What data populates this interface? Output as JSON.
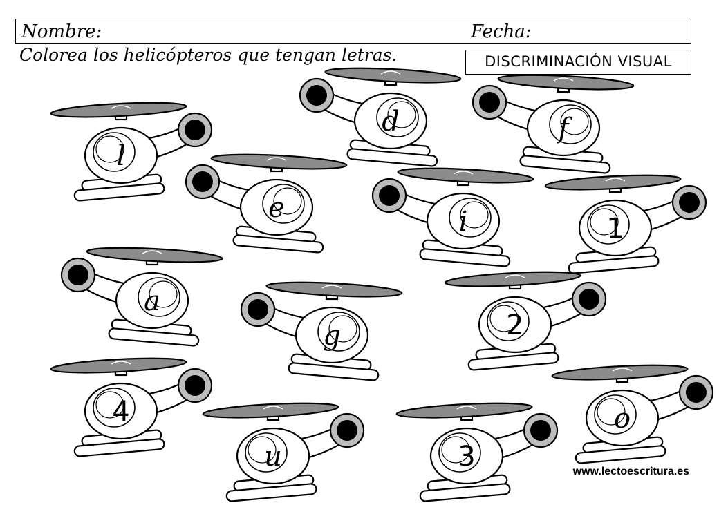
{
  "header": {
    "name_label": "Nombre:",
    "date_label": "Fecha:"
  },
  "instruction": "Colorea los helicópteros que tengan letras.",
  "title": "DISCRIMINACIÓN VISUAL",
  "website": "www.lectoescritura.es",
  "helicopters": [
    {
      "char": "l",
      "kind": "letter",
      "facing": "right"
    },
    {
      "char": "d",
      "kind": "letter",
      "facing": "left"
    },
    {
      "char": "f",
      "kind": "letter",
      "facing": "left"
    },
    {
      "char": "e",
      "kind": "letter",
      "facing": "left"
    },
    {
      "char": "i",
      "kind": "letter",
      "facing": "left"
    },
    {
      "char": "1",
      "kind": "number",
      "facing": "right"
    },
    {
      "char": "a",
      "kind": "letter",
      "facing": "left"
    },
    {
      "char": "g",
      "kind": "letter",
      "facing": "left"
    },
    {
      "char": "2",
      "kind": "number",
      "facing": "right"
    },
    {
      "char": "4",
      "kind": "number",
      "facing": "right"
    },
    {
      "char": "u",
      "kind": "letter",
      "facing": "right"
    },
    {
      "char": "3",
      "kind": "number",
      "facing": "right"
    },
    {
      "char": "o",
      "kind": "letter",
      "facing": "right"
    }
  ]
}
